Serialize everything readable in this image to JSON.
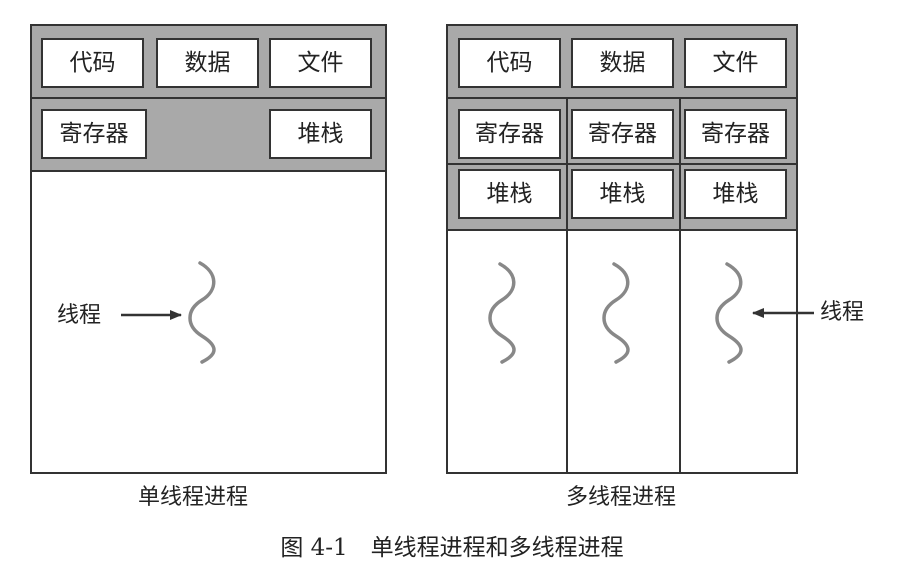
{
  "single_process": {
    "top_boxes": [
      "代码",
      "数据",
      "文件"
    ],
    "register": "寄存器",
    "stack": "堆栈",
    "thread_label": "线程",
    "caption": "单线程进程"
  },
  "multi_process": {
    "top_boxes": [
      "代码",
      "数据",
      "文件"
    ],
    "registers": [
      "寄存器",
      "寄存器",
      "寄存器"
    ],
    "stacks": [
      "堆栈",
      "堆栈",
      "堆栈"
    ],
    "thread_label": "线程",
    "caption": "多线程进程"
  },
  "figure_caption": "图 4-1　单线程进程和多线程进程",
  "colors": {
    "panel_fill": "#a9a9a9",
    "box_fill": "#ffffff",
    "border": "#333333",
    "thread_stroke": "#888888",
    "arrow": "#333333"
  }
}
